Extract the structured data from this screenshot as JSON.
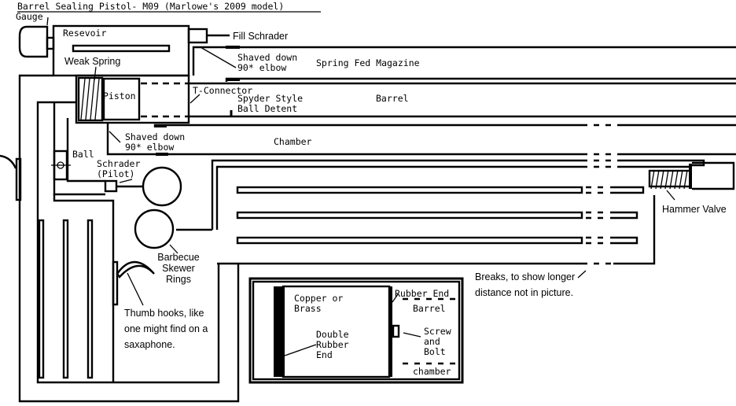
{
  "title": "Barrel Sealing Pistol- M09 (Marlowe's 2009 model)",
  "labels": {
    "gauge": "Gauge",
    "reservoir": "Resevoir",
    "fill_schrader": "Fill Schrader",
    "weak_spring": "Weak Spring",
    "shaved_down_1": [
      "Shaved down",
      "90* elbow"
    ],
    "spring_fed_magazine": "Spring Fed Magazine",
    "piston": "Piston",
    "t_connector": "T-Connector",
    "spyder_detent": [
      "Spyder Style",
      "Ball Detent"
    ],
    "barrel": "Barrel",
    "shaved_down_2": [
      "Shaved down",
      "90* elbow"
    ],
    "chamber": "Chamber",
    "ball": "Ball",
    "schrader_pilot": [
      "Schrader",
      "(Pilot)"
    ],
    "hammer_valve": "Hammer Valve",
    "barbecue_rings": [
      "Barbecue",
      "Skewer",
      "Rings"
    ],
    "thumb_hooks": [
      "Thumb hooks, like",
      "one might find on a",
      "saxaphone."
    ],
    "breaks": [
      "Breaks, to show longer",
      "distance not in picture."
    ]
  },
  "inset": {
    "copper_brass": [
      "Copper or",
      "Brass"
    ],
    "rubber_end": "Rubber End",
    "barrel": "Barrel",
    "double_rubber_end": [
      "Double",
      "Rubber",
      "End"
    ],
    "screw_bolt": [
      "Screw",
      "and",
      "Bolt"
    ],
    "chamber": "chamber"
  }
}
